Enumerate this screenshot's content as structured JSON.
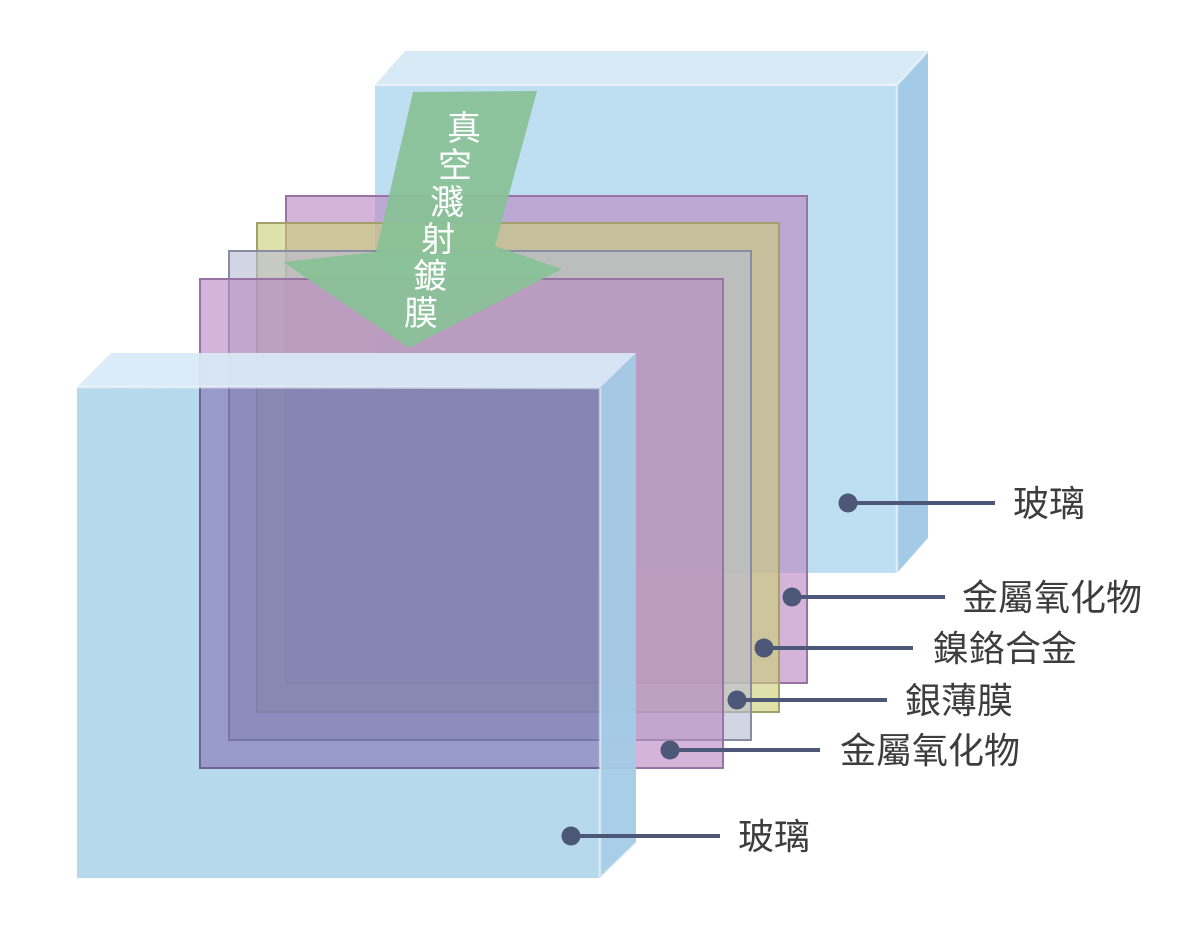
{
  "arrow": {
    "label": "真空濺射鍍膜"
  },
  "callouts": [
    {
      "label": "玻璃"
    },
    {
      "label": "金屬氧化物"
    },
    {
      "label": "鎳鉻合金"
    },
    {
      "label": "銀薄膜"
    },
    {
      "label": "金屬氧化物"
    },
    {
      "label": "玻璃"
    }
  ],
  "colors": {
    "glass_face": "#b7d9ec",
    "back_glass_face": "#bddff1",
    "glass_top": "#d8eaf6",
    "glass_side": "#a3cbe7",
    "metal_oxide": "#b987c2",
    "metal_oxide_border": "#9a72a3",
    "nickel_chromium_alloy": "#cbce77",
    "nickel_chromium_border": "#a3a06b",
    "silver_film": "#b7bbd2",
    "silver_film_border": "#898da4",
    "arrow_fill": "#89c297",
    "arrow_text": "#ffffff",
    "leader": "#4d5878",
    "label_text": "#3d3d3d"
  }
}
